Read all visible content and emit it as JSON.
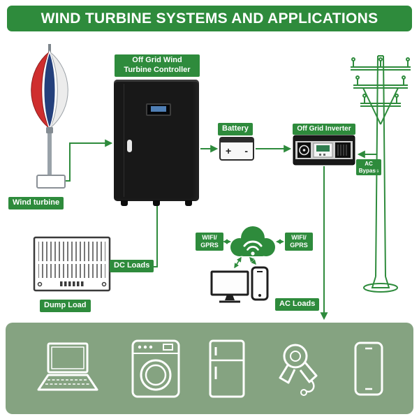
{
  "header": {
    "title": "WIND TURBINE SYSTEMS AND APPLICATIONS"
  },
  "colors": {
    "green": "#2e8b3c",
    "panel": "#85a381",
    "cabinet": "#181818",
    "turbine_red": "#cf2e2e",
    "turbine_blue": "#24407c"
  },
  "labels": {
    "wind_turbine": "Wind turbine",
    "controller": "Off Grid Wind\nTurbine Controller",
    "battery": "Battery",
    "inverter": "Off Grid Inverter",
    "ac_bypass": "AC\nBypass",
    "wifi_left": "WIFI/\nGPRS",
    "wifi_right": "WIFI/\nGPRS",
    "dc_loads": "DC Loads",
    "dump_load": "Dump Load",
    "ac_loads": "AC Loads"
  },
  "battery": {
    "plus": "+",
    "minus": "-"
  },
  "icons": {
    "diagram": [
      "wind-turbine-icon",
      "controller-cabinet-icon",
      "battery-icon",
      "inverter-icon",
      "utility-pole-icon",
      "dump-load-icon",
      "cloud-wifi-icon",
      "monitor-icon",
      "phone-icon"
    ],
    "appliances": [
      "laptop-icon",
      "washing-machine-icon",
      "refrigerator-icon",
      "hair-dryer-icon",
      "smartphone-icon"
    ]
  }
}
